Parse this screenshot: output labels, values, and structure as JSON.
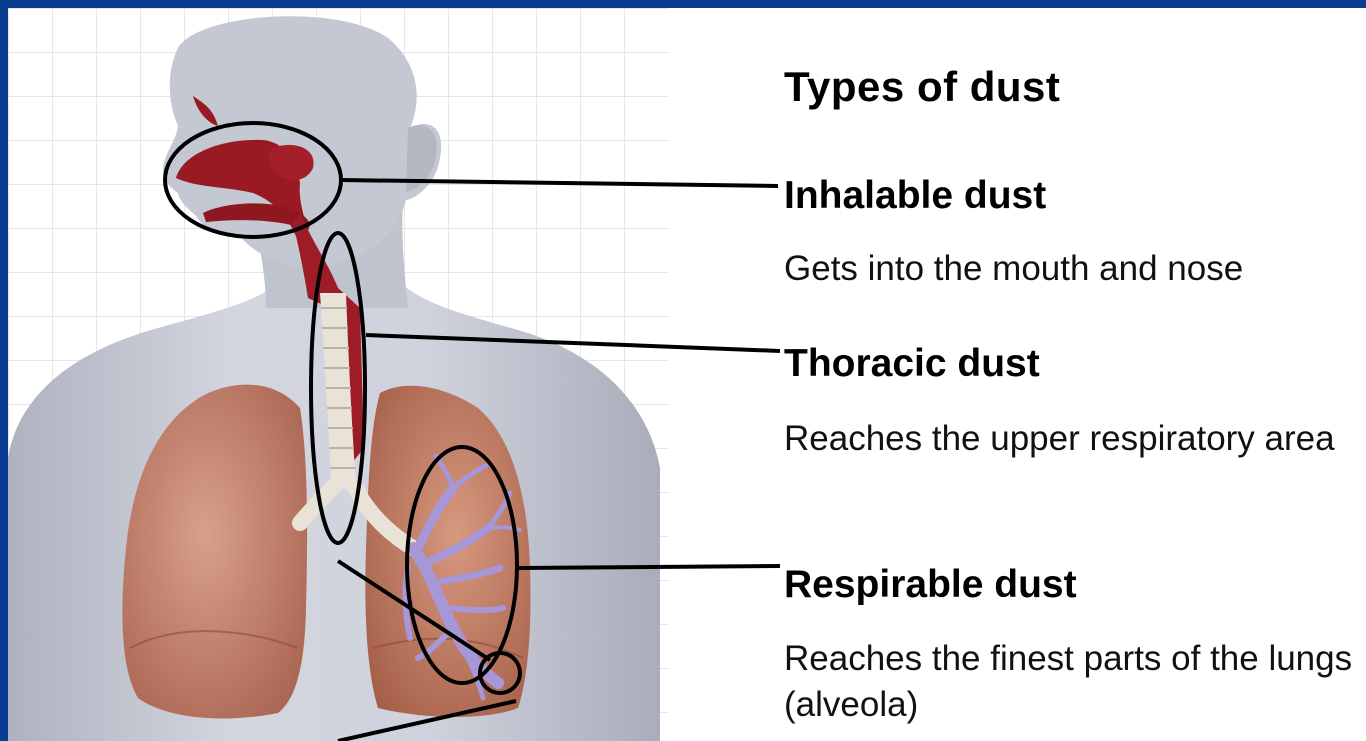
{
  "slide": {
    "title": "Types of dust",
    "items": [
      {
        "heading": "Inhalable dust",
        "description": "Gets into the mouth and nose"
      },
      {
        "heading": "Thoracic dust",
        "description": "Reaches the upper respiratory area"
      },
      {
        "heading": "Respirable dust",
        "description": "Reaches the finest parts of the lungs (alveola)"
      }
    ]
  },
  "colors": {
    "frame": "#0a3d91",
    "body": "#c9ccd6",
    "airway": "#9a1a24",
    "trachea": "#e8e3d6",
    "lung": "#c98a78",
    "bronchi": "#a796d8",
    "callout": "#000000"
  }
}
